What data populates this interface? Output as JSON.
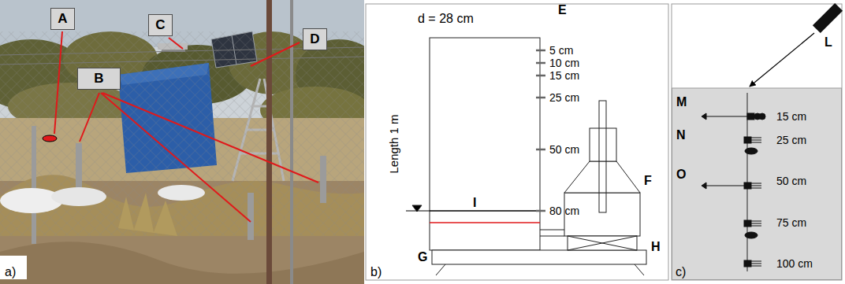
{
  "diagram": {
    "nodes": [
      {
        "text": [
          "A"
        ]
      },
      {
        "text": [
          "B"
        ]
      },
      {
        "text": [
          "C"
        ]
      },
      {
        "text": [
          "D"
        ]
      }
    ],
    "labels": [
      "a)",
      "b)",
      "c)",
      "d = 28 cm",
      "E",
      "5 cm",
      "10 cm",
      "15 cm",
      "25 cm",
      "50 cm",
      "80 cm",
      "Length 1 m",
      "F",
      "I",
      "G",
      "H",
      "L",
      "M",
      "N",
      "O",
      "15 cm",
      "25 cm",
      "50 cm",
      "75 cm",
      "100 cm"
    ]
  }
}
